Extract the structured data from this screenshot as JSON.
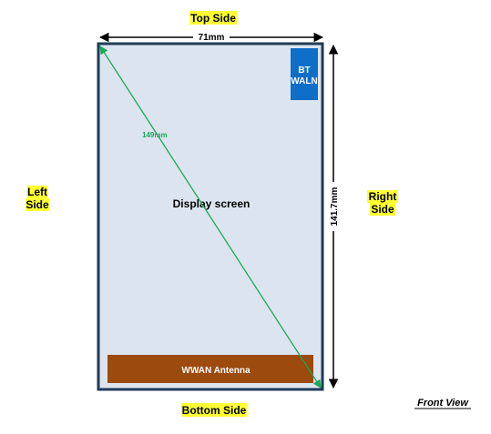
{
  "labels": {
    "top_side": "Top Side",
    "bottom_side": "Bottom Side",
    "left_side_line1": "Left",
    "left_side_line2": "Side",
    "right_side_line1": "Right",
    "right_side_line2": "Side",
    "front_view": "Front View"
  },
  "device": {
    "display_label": "Display screen",
    "bt_label_line1": "BT",
    "bt_label_line2": "WALN",
    "wwan_label": "WWAN Antenna"
  },
  "dimensions": {
    "width": "71mm",
    "height": "141.7mm",
    "diagonal": "149mm"
  },
  "colors": {
    "frame": "#1f3b57",
    "screen": "#dce5ef",
    "bt_box": "#0e6ec8",
    "wwan_bar": "#9c4a0e",
    "diagonal": "#1aa85a",
    "highlight": "#ffff33"
  }
}
